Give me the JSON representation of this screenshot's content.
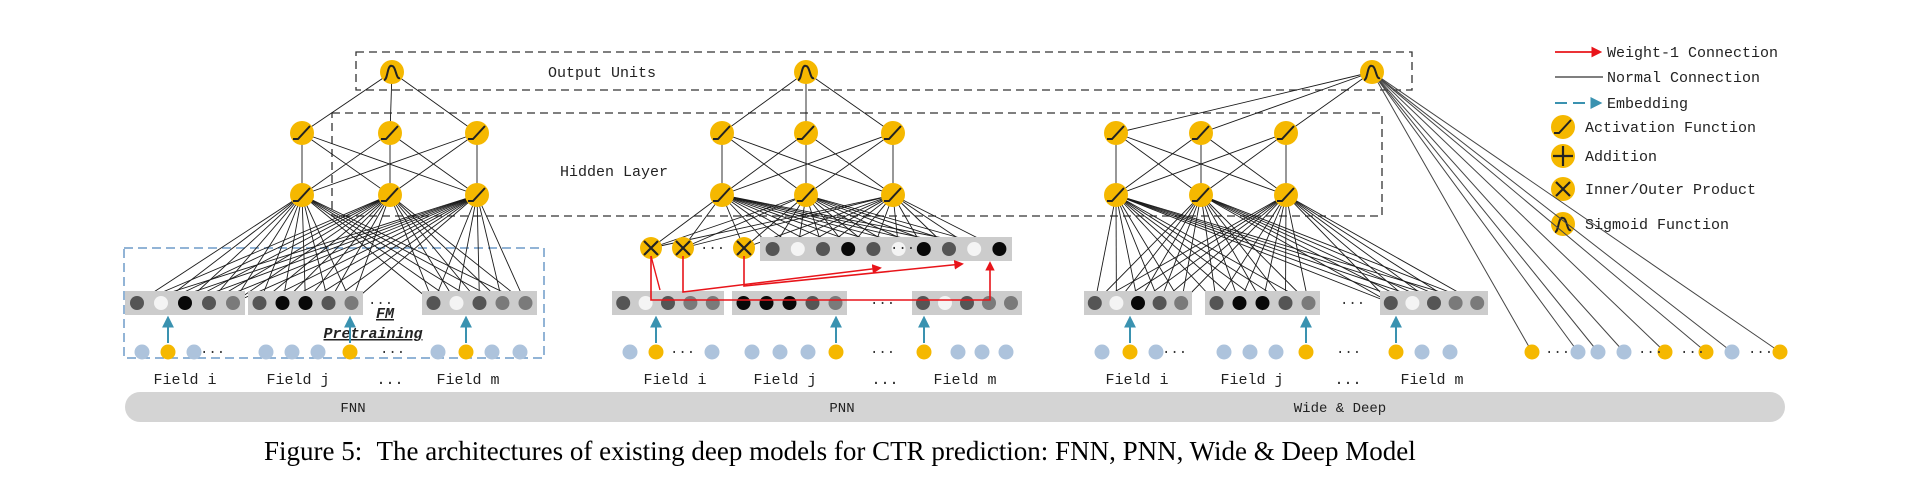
{
  "diagram": {
    "output_units_label": "Output Units",
    "hidden_layer_label": "Hidden Layer",
    "fm_pretraining_line1": "FM",
    "fm_pretraining_line2": "Pretraining",
    "fnn": {
      "name": "FNN",
      "field_i": "Field i",
      "field_j": "Field j",
      "dots": "...",
      "field_m": "Field m"
    },
    "pnn": {
      "name": "PNN",
      "field_i": "Field i",
      "field_j": "Field j",
      "dots": "...",
      "field_m": "Field m"
    },
    "wide_deep": {
      "name": "Wide & Deep",
      "field_i": "Field i",
      "field_j": "Field j",
      "dots": "...",
      "field_m": "Field m"
    },
    "caption_prefix": "Figure 5:",
    "caption": "The architectures of existing deep models for CTR prediction: FNN, PNN, Wide & Deep Model"
  },
  "legend": [
    {
      "icon": "red-arrow",
      "label": "Weight-1 Connection"
    },
    {
      "icon": "gray-line",
      "label": "Normal Connection"
    },
    {
      "icon": "teal-dashed-arrow",
      "label": "Embedding"
    },
    {
      "icon": "activation-icon",
      "label": "Activation Function"
    },
    {
      "icon": "addition-icon",
      "label": "Addition"
    },
    {
      "icon": "product-icon",
      "label": "Inner/Outer Product"
    },
    {
      "icon": "sigmoid-icon",
      "label": "Sigmoid Function"
    }
  ],
  "colors": {
    "node_orange": "#f5b800",
    "feature_blue": "#adc3dc",
    "embed_teal": "#3a92b0",
    "weight_red": "#e8141a",
    "field_band": "#cccccc",
    "dashed_box_blue": "#6f9bc9"
  }
}
